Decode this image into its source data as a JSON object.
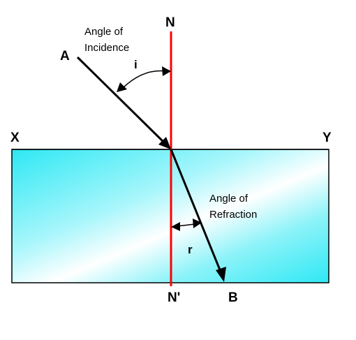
{
  "diagram": {
    "labels": {
      "normal_top": "N",
      "normal_bottom": "N'",
      "surface_left": "X",
      "surface_right": "Y",
      "incident_start": "A",
      "refracted_end": "B",
      "incidence_symbol": "i",
      "refraction_symbol": "r"
    },
    "captions": {
      "incidence": [
        "Angle of",
        "Incidence"
      ],
      "refraction": [
        "Angle of",
        "Refraction"
      ]
    },
    "colors": {
      "normal_line": "#ff0000",
      "rays": "#000000",
      "medium_light": "#ffffff",
      "medium_cyan": "#33ecf6",
      "medium_border": "#000000"
    }
  }
}
